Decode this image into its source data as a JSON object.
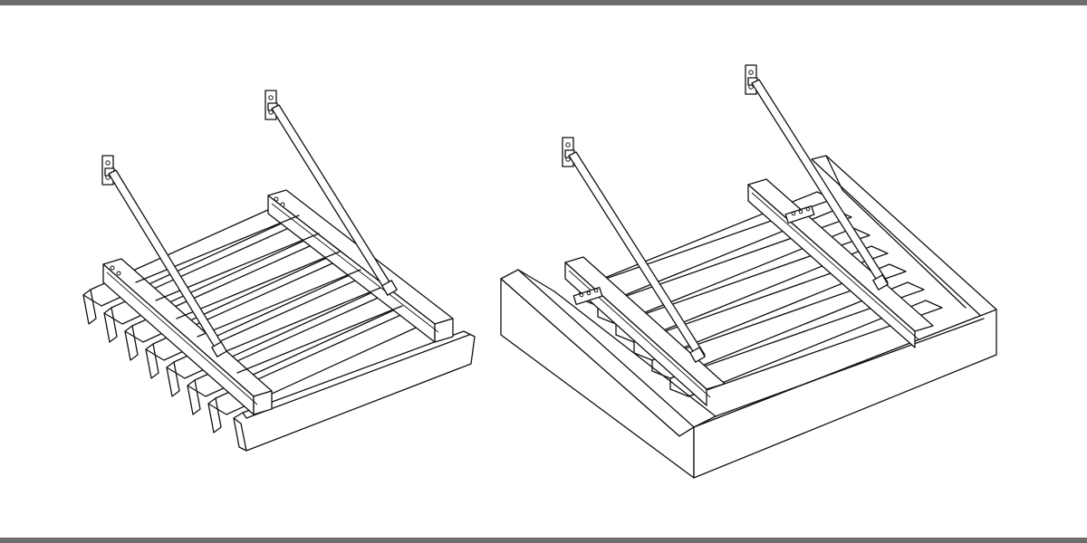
{
  "figures": [
    {
      "id": "left",
      "description_type": "sunshade-louvers-with-tie-rods"
    },
    {
      "id": "right",
      "description_type": "sunshade-louvers-in-box-frame-with-tie-rods"
    }
  ],
  "colors": {
    "line": "#111111",
    "background": "#ffffff",
    "rule": "#6e6e6e"
  }
}
